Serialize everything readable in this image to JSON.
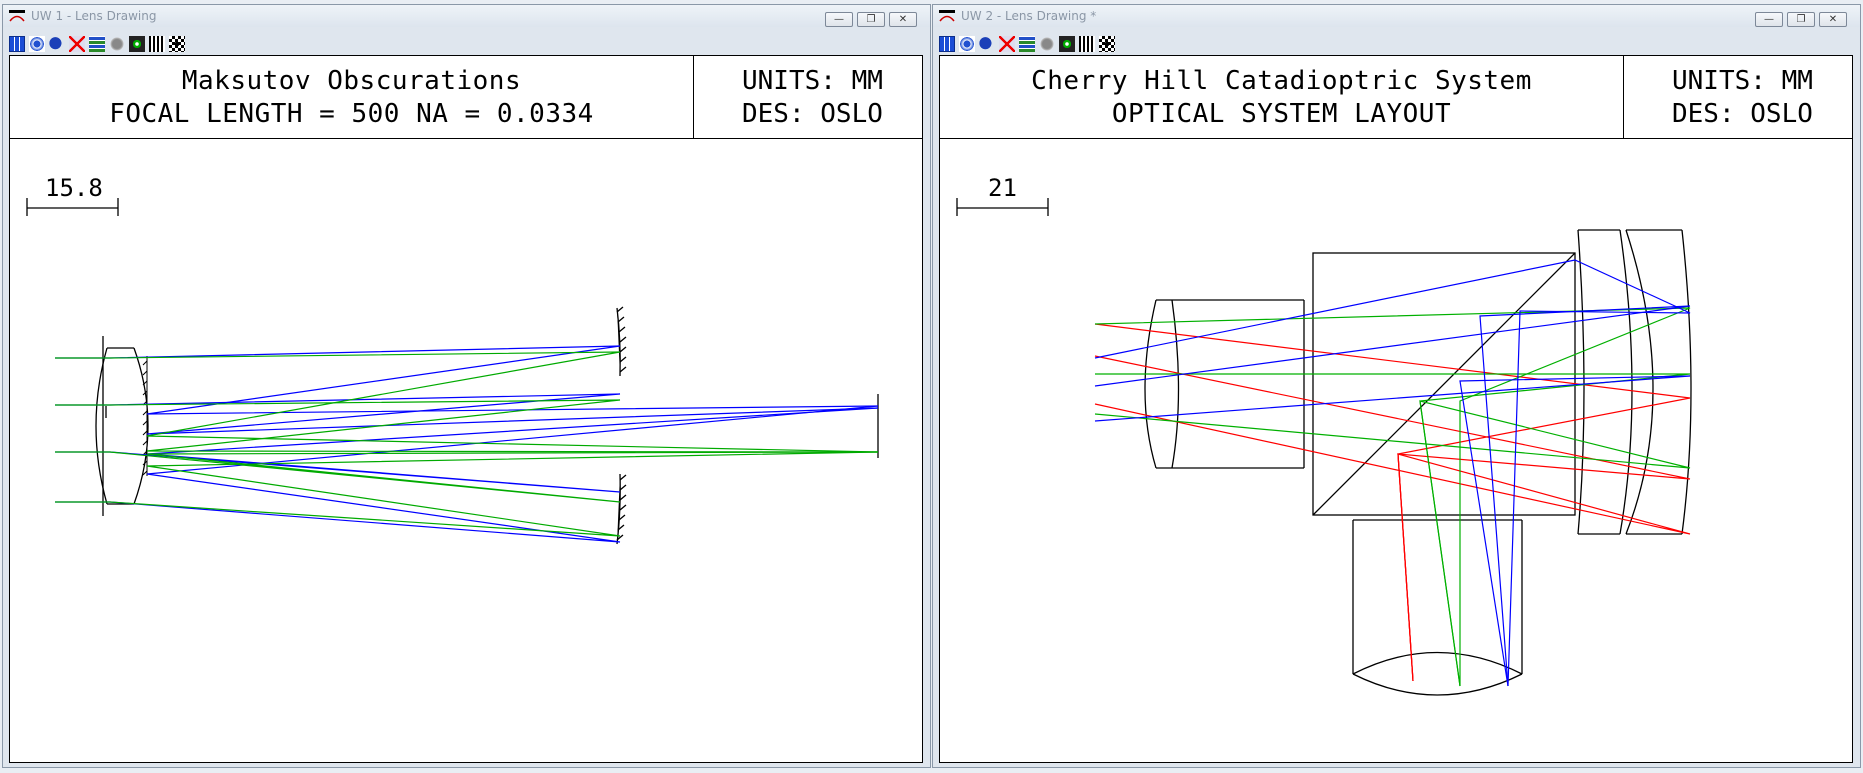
{
  "windows": [
    {
      "title": "UW 1 - Lens Drawing",
      "header": {
        "line1": "Maksutov Obscurations",
        "line2": "FOCAL LENGTH = 500   NA = 0.0334",
        "units": "UNITS: MM",
        "designer": "DES: OSLO"
      },
      "scale_label": "15.8"
    },
    {
      "title": "UW 2 - Lens Drawing *",
      "header": {
        "line1": "Cherry Hill Catadioptric System",
        "line2": "OPTICAL SYSTEM LAYOUT",
        "units": "UNITS: MM",
        "designer": "DES: OSLO"
      },
      "scale_label": "21"
    }
  ],
  "toolbar_icons": [
    "grid-icon",
    "spot-icon",
    "blue-blob-icon",
    "red-x-icon",
    "stripes-icon",
    "gray-disk-icon",
    "green-target-icon",
    "bars-icon",
    "checker-icon"
  ],
  "ray_colors": {
    "red": "#ff0000",
    "green": "#00b000",
    "blue": "#0000ff"
  }
}
